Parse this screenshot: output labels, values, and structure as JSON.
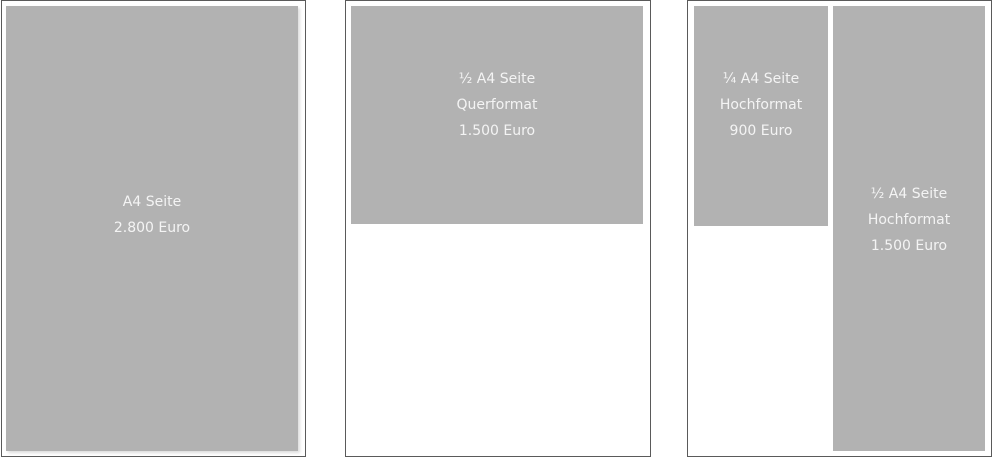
{
  "ads": [
    {
      "lines": [
        "A4 Seite",
        "2.800 Euro"
      ]
    },
    {
      "lines": [
        "½ A4 Seite",
        "Querformat",
        "1.500 Euro"
      ]
    },
    {
      "lines": [
        "¼ A4 Seite",
        "Hochformat",
        "900 Euro"
      ]
    },
    {
      "lines": [
        "½ A4 Seite",
        "Hochformat",
        "1.500 Euro"
      ]
    }
  ],
  "colors": {
    "block": "#b2b2b2",
    "border": "#5a5a5a",
    "text": "#f4f4f4"
  }
}
